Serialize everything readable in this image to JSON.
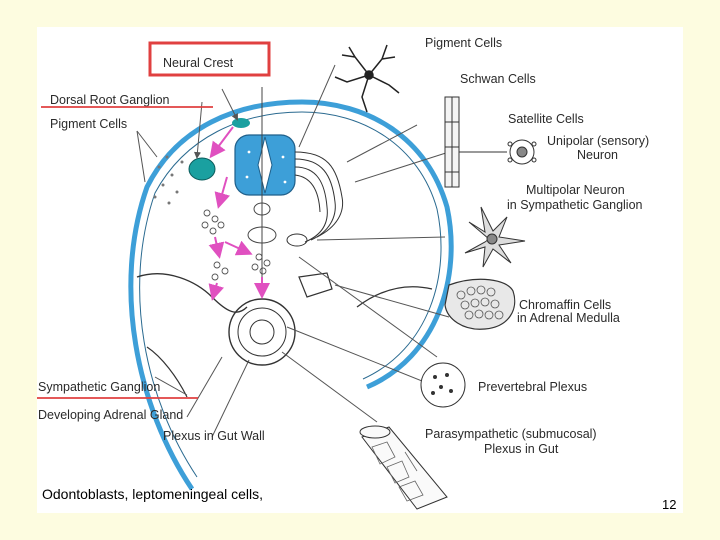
{
  "diagram": {
    "labels": {
      "neural_crest": "Neural Crest",
      "dorsal_root_ganglion": "Dorsal Root Ganglion",
      "pigment_cells_left": "Pigment Cells",
      "sympathetic_ganglion": "Sympathetic Ganglion",
      "developing_adrenal_gland": "Developing Adrenal Gland",
      "plexus_in_gut_wall": "Plexus in Gut Wall",
      "pigment_cells_right": "Pigment Cells",
      "schwan_cells": "Schwan Cells",
      "satellite_cells": "Satellite Cells",
      "unipolar_neuron_line1": "Unipolar (sensory)",
      "unipolar_neuron_line2": "Neuron",
      "multipolar_neuron_line1": "Multipolar Neuron",
      "multipolar_neuron_line2": "in Sympathetic Ganglion",
      "chromaffin_line1": "Chromaffin Cells",
      "chromaffin_line2": "in Adrenal Medulla",
      "prevertebral_plexus": "Prevertebral Plexus",
      "parasympathetic_line1": "Parasympathetic (submucosal)",
      "parasympathetic_line2": "Plexus in Gut"
    },
    "colors": {
      "neural_tube": "#3d9fd8",
      "highlight_box": "#e04040",
      "arrows": "#e050c0",
      "ganglion": "#1aa0a0"
    }
  },
  "caption": "Odontoblasts, leptomeningeal cells,",
  "page_number": "12"
}
